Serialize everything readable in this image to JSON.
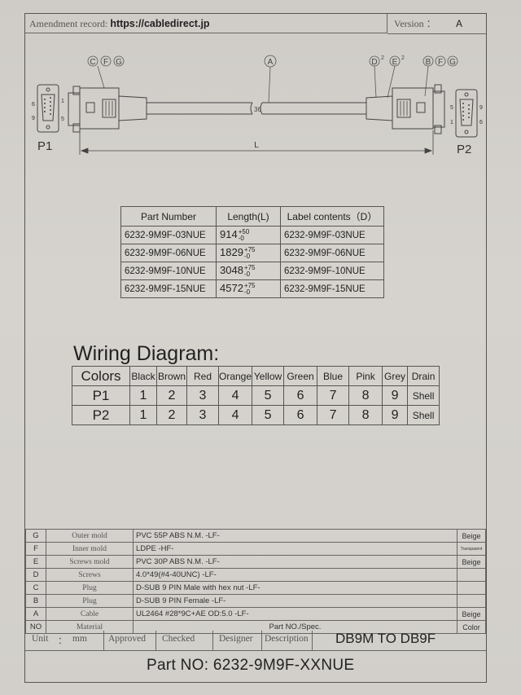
{
  "header": {
    "amendment_label": "Amendment record:",
    "amendment_value": "https://cabledirect.jp",
    "version_label": "Version ：",
    "version_value": "A"
  },
  "drawing": {
    "callout_cfg": [
      "C",
      "F",
      "G"
    ],
    "callout_a": "A",
    "callout_de": [
      "D",
      "E"
    ],
    "callout_de_sup": "2",
    "callout_bfg": [
      "B",
      "F",
      "G"
    ],
    "p1": "P1",
    "p2": "P2",
    "length_label": "L",
    "break_mark": "36",
    "pin_labels_left": [
      "6",
      "9",
      "1",
      "5"
    ],
    "pin_labels_right": [
      "5",
      "1",
      "9",
      "6"
    ]
  },
  "part_table": {
    "headers": [
      "Part Number",
      "Length(L)",
      "Label contents（D）"
    ],
    "rows": [
      {
        "part": "6232-9M9F-03NUE",
        "length": "914",
        "tol_up": "+50",
        "tol_down": "-0",
        "label": "6232-9M9F-03NUE"
      },
      {
        "part": "6232-9M9F-06NUE",
        "length": "1829",
        "tol_up": "+75",
        "tol_down": "-0",
        "label": "6232-9M9F-06NUE"
      },
      {
        "part": "6232-9M9F-10NUE",
        "length": "3048",
        "tol_up": "+75",
        "tol_down": "-0",
        "label": "6232-9M9F-10NUE"
      },
      {
        "part": "6232-9M9F-15NUE",
        "length": "4572",
        "tol_up": "+75",
        "tol_down": "-0",
        "label": "6232-9M9F-15NUE"
      }
    ]
  },
  "wiring": {
    "title": "Wiring Diagram:",
    "colors_label": "Colors",
    "colors": [
      "Black",
      "Brown",
      "Red",
      "Orange",
      "Yellow",
      "Green",
      "Blue",
      "Pink",
      "Grey",
      "Drain"
    ],
    "p1_label": "P1",
    "p1": [
      "1",
      "2",
      "3",
      "4",
      "5",
      "6",
      "7",
      "8",
      "9",
      "Shell"
    ],
    "p2_label": "P2",
    "p2": [
      "1",
      "2",
      "3",
      "4",
      "5",
      "6",
      "7",
      "8",
      "9",
      "Shell"
    ]
  },
  "materials": [
    {
      "key": "G",
      "name": "Outer mold",
      "spec": "PVC 55P ABS N.M. -LF-",
      "remark": "Beige"
    },
    {
      "key": "F",
      "name": "Inner mold",
      "spec": "LDPE  -HF-",
      "remark": "Transparent"
    },
    {
      "key": "E",
      "name": "Screws mold",
      "spec": "PVC 30P ABS N.M. -LF-",
      "remark": "Beige"
    },
    {
      "key": "D",
      "name": "Screws",
      "spec": "4.0*49(#4-40UNC) -LF-",
      "remark": ""
    },
    {
      "key": "C",
      "name": "Plug",
      "spec": "D-SUB 9 PIN Male with hex nut -LF-",
      "remark": ""
    },
    {
      "key": "B",
      "name": "Plug",
      "spec": "D-SUB 9 PIN Female -LF-",
      "remark": ""
    },
    {
      "key": "A",
      "name": "Cable",
      "spec": "UL2464 #28*9C+AE OD:5.0  -LF-",
      "remark": "Beige"
    }
  ],
  "materials_header": {
    "key": "NO",
    "name": "Material",
    "spec": "Part NO./Spec.",
    "remark": "Color"
  },
  "footer": {
    "unit_label": "Unit",
    "unit_sep": "：",
    "unit_value": "mm",
    "approved": "Approved",
    "checked": "Checked",
    "designer": "Designer",
    "description": "Description",
    "model": "DB9M TO DB9F",
    "part_no": "Part  NO: 6232-9M9F-XXNUE"
  },
  "colors": {
    "paper": "#d3d0cb",
    "line": "#555555",
    "text": "#2a2a2a"
  }
}
